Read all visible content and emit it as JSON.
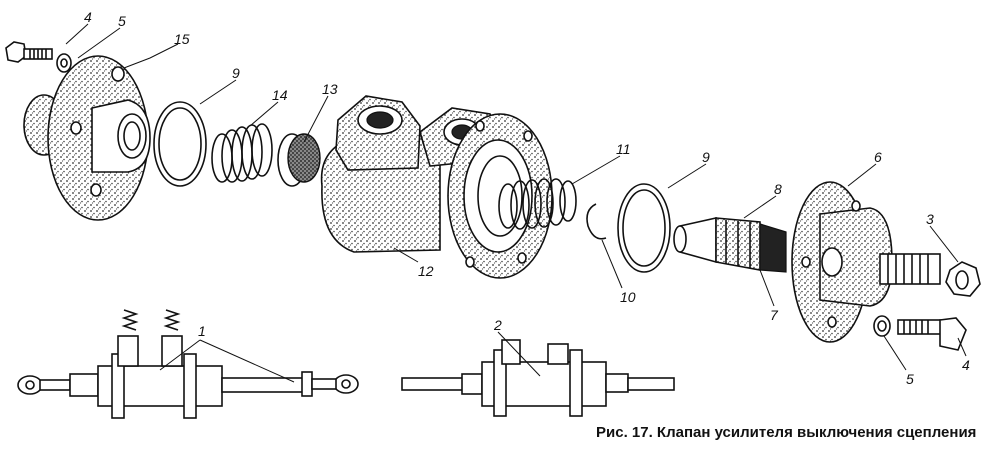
{
  "caption": "Рис. 17. Клапан усилителя выключения сцепления",
  "labels": {
    "l4a": "4",
    "l5a": "5",
    "l15": "15",
    "l9a": "9",
    "l14": "14",
    "l13": "13",
    "l11": "11",
    "l9b": "9",
    "l6": "6",
    "l8": "8",
    "l3": "3",
    "l12": "12",
    "l10": "10",
    "l7": "7",
    "l4b": "4",
    "l5b": "5",
    "l1": "1",
    "l2": "2"
  }
}
